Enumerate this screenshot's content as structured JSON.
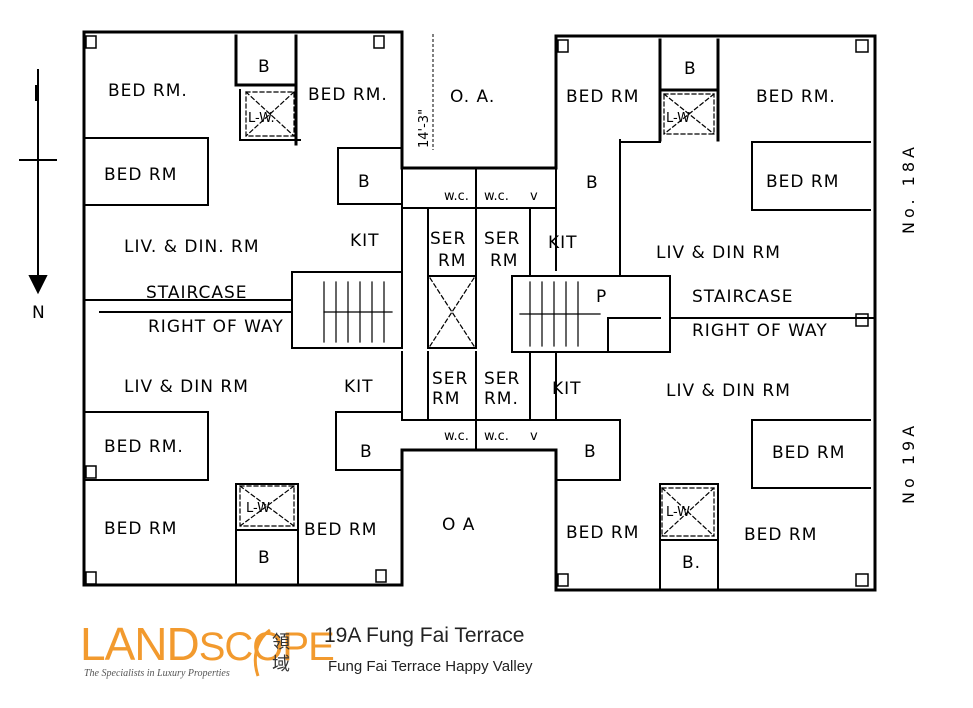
{
  "plan": {
    "rooms_upper_left": {
      "bed1": "BED RM.",
      "b1": "B",
      "bed2": "BED RM.",
      "lw1": "L-W.",
      "bed3": "BED RM",
      "b2": "B",
      "liv": "LIV. & DIN. RM",
      "kit": "KIT",
      "staircase": "STAIRCASE",
      "right_of_way": "RIGHT OF WAY"
    },
    "rooms_upper_right": {
      "b1": "B",
      "lw": "L-W",
      "bed1": "BED RM",
      "bed2": "BED RM.",
      "bed3": "BED RM",
      "b2": "B",
      "kit": "KIT",
      "liv": "LIV & DIN RM",
      "staircase": "STAIRCASE",
      "right_of_way": "RIGHT OF WAY"
    },
    "rooms_center": {
      "oa_top": "O. A.",
      "dim": "14'-3\"",
      "wc1": "w.c.",
      "wc2": "w.c.",
      "v": "v",
      "ser1": "SER",
      "ser1b": "RM",
      "ser2": "SER",
      "ser2b": "RM",
      "ser3": "SER",
      "ser3b": "RM",
      "ser4": "SER",
      "ser4b": "RM.",
      "wc3": "w.c.",
      "wc4": "w.c.",
      "v2": "v",
      "oa_bottom": "O A",
      "p": "P"
    },
    "rooms_lower_left": {
      "liv": "LIV & DIN RM",
      "kit": "KIT",
      "bed1": "BED RM.",
      "b1": "B",
      "bed2": "BED RM",
      "lw": "L-W",
      "bed3": "BED RM",
      "b2": "B"
    },
    "rooms_lower_right": {
      "kit": "KIT",
      "liv": "LIV & DIN RM",
      "b1": "B",
      "bed1": "BED RM",
      "lw": "L-W",
      "bed2": "BED RM",
      "bed3": "BED RM",
      "b2": "B."
    },
    "side_labels": {
      "upper": "No. 18A",
      "lower": "No 19A"
    },
    "north": "N"
  },
  "footer": {
    "logo_land": "LAND",
    "logo_scope": "SCOPE",
    "logo_cjk": "領域",
    "logo_tagline": "The Specialists in Luxury Properties",
    "title": "19A Fung Fai Terrace",
    "subtitle": "Fung Fai Terrace Happy Valley"
  },
  "colors": {
    "brand_orange": "#f29a2e",
    "line": "#000000"
  }
}
